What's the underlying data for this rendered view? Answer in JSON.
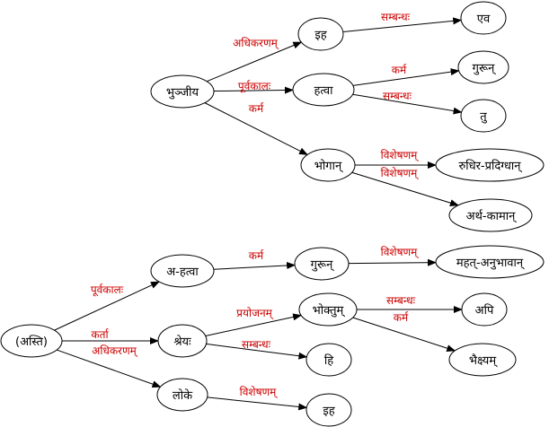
{
  "colors": {
    "edge_label": "#cc0000",
    "node_stroke": "#000000",
    "edge": "#000000",
    "background": "#ffffff"
  },
  "nodes": [
    {
      "id": "ih1",
      "label": "इह"
    },
    {
      "id": "eva",
      "label": "एव"
    },
    {
      "id": "bhunjiya",
      "label": "भुञ्जीय"
    },
    {
      "id": "hatva",
      "label": "हत्वा"
    },
    {
      "id": "gurun1",
      "label": "गुरून्"
    },
    {
      "id": "tu",
      "label": "तु"
    },
    {
      "id": "bhogan",
      "label": "भोगान्"
    },
    {
      "id": "rudhira",
      "label": "रुधिर-प्रदिग्धान्"
    },
    {
      "id": "artha",
      "label": "अर्थ-कामान्"
    },
    {
      "id": "ahatva",
      "label": "अ-हत्वा"
    },
    {
      "id": "gurun2",
      "label": "गुरून्"
    },
    {
      "id": "mahat",
      "label": "महत्-अनुभावान्"
    },
    {
      "id": "asti",
      "label": "(अस्ति)"
    },
    {
      "id": "shreyah",
      "label": "श्रेयः"
    },
    {
      "id": "bhoktum",
      "label": "भोक्तुम्"
    },
    {
      "id": "api",
      "label": "अपि"
    },
    {
      "id": "hi",
      "label": "हि"
    },
    {
      "id": "bhaikshyam",
      "label": "भैक्ष्यम्"
    },
    {
      "id": "loke",
      "label": "लोके"
    },
    {
      "id": "ih2",
      "label": "इह"
    }
  ],
  "edges": [
    {
      "from": "bhunjiya",
      "to": "ih1",
      "label": "अधिकरणम्"
    },
    {
      "from": "ih1",
      "to": "eva",
      "label": "सम्बन्धः"
    },
    {
      "from": "bhunjiya",
      "to": "hatva",
      "label": "पूर्वकालः"
    },
    {
      "from": "hatva",
      "to": "gurun1",
      "label": "कर्म"
    },
    {
      "from": "hatva",
      "to": "tu",
      "label": "सम्बन्धः"
    },
    {
      "from": "bhunjiya",
      "to": "bhogan",
      "label": "कर्म"
    },
    {
      "from": "bhogan",
      "to": "rudhira",
      "label": "विशेषणम्"
    },
    {
      "from": "bhogan",
      "to": "artha",
      "label": "विशेषणम्"
    },
    {
      "from": "asti",
      "to": "ahatva",
      "label": "पूर्वकालः"
    },
    {
      "from": "ahatva",
      "to": "gurun2",
      "label": "कर्म"
    },
    {
      "from": "gurun2",
      "to": "mahat",
      "label": "विशेषणम्"
    },
    {
      "from": "asti",
      "to": "shreyah",
      "label": "कर्ता"
    },
    {
      "from": "shreyah",
      "to": "bhoktum",
      "label": "प्रयोजनम्"
    },
    {
      "from": "bhoktum",
      "to": "api",
      "label": "सम्बन्धः"
    },
    {
      "from": "bhoktum",
      "to": "bhaikshyam",
      "label": "कर्म"
    },
    {
      "from": "shreyah",
      "to": "hi",
      "label": "सम्बन्धः"
    },
    {
      "from": "asti",
      "to": "loke",
      "label": "अधिकरणम्"
    },
    {
      "from": "loke",
      "to": "ih2",
      "label": "विशेषणम्"
    }
  ]
}
